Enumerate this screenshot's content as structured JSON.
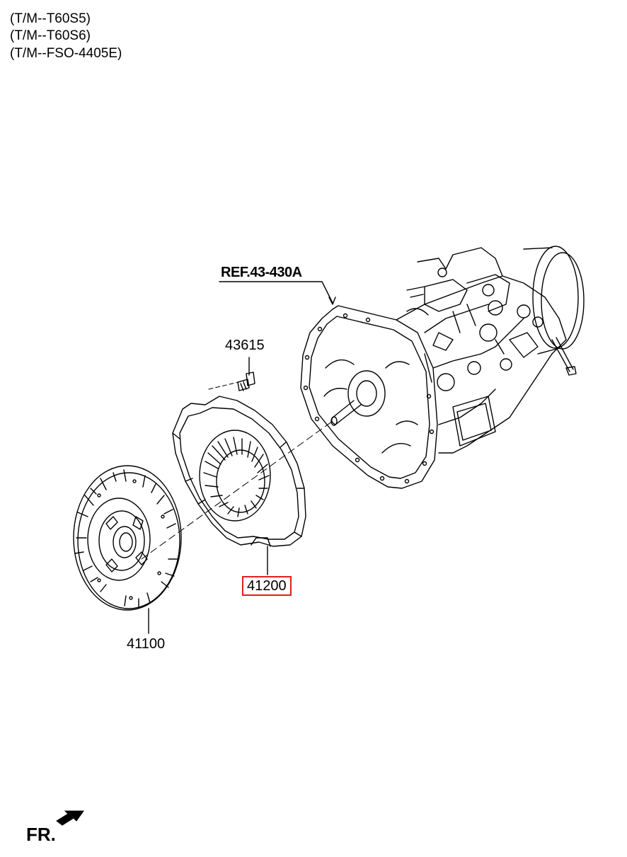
{
  "models": [
    "(T/M--T60S5)",
    "(T/M--T60S6)",
    "(T/M--FSO-4405E)"
  ],
  "reference": "REF.43-430A",
  "parts": {
    "bolt": "43615",
    "clutch_cover": "41200",
    "clutch_disc": "41100"
  },
  "highlight_color": "#e0201e",
  "front_indicator": "FR."
}
